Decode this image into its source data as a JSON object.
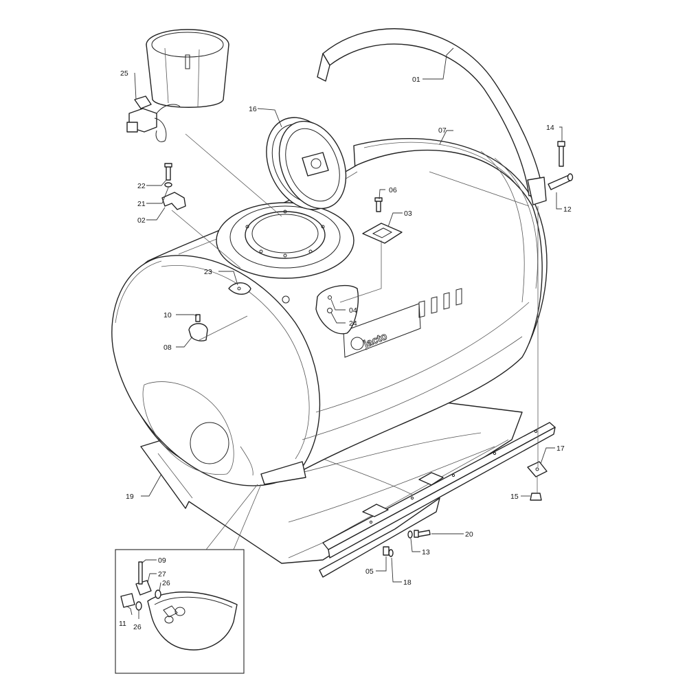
{
  "brand": {
    "logo_text": "jacto"
  },
  "callouts": {
    "c01": "01",
    "c02": "02",
    "c03": "03",
    "c04": "04",
    "c05": "05",
    "c06": "06",
    "c07": "07",
    "c08": "08",
    "c09": "09",
    "c10": "10",
    "c11": "11",
    "c12": "12",
    "c13": "13",
    "c14": "14",
    "c15": "15",
    "c16": "16",
    "c17": "17",
    "c18": "18",
    "c19": "19",
    "c20": "20",
    "c21": "21",
    "c22": "22",
    "c23": "23",
    "c24": "24",
    "c25": "25",
    "c26a": "26",
    "c26b": "26",
    "c27": "27"
  },
  "colors": {
    "line": "#222222",
    "background": "#ffffff",
    "shade": "#e9e9e9"
  }
}
